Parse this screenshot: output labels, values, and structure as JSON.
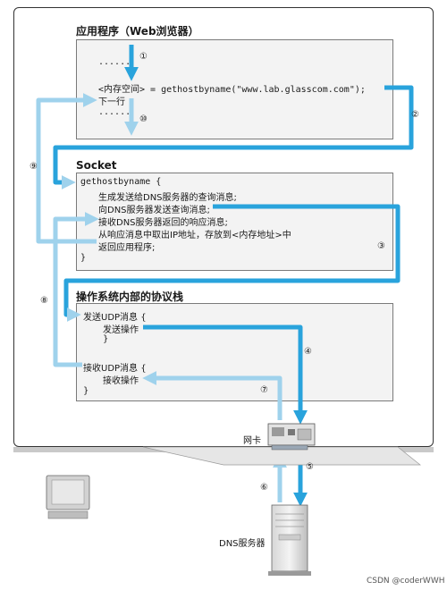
{
  "app_section": {
    "title": "应用程序（Web浏览器）",
    "lines": [
      "......",
      "<内存空间> = gethostbyname(\"www.lab.glasscom.com\");",
      "下一行",
      "......"
    ]
  },
  "socket_section": {
    "title": "Socket",
    "header": "gethostbyname  {",
    "lines": [
      "生成发送给DNS服务器的查询消息;",
      "向DNS服务器发送查询消息;",
      "接收DNS服务器返回的响应消息;",
      "从响应消息中取出IP地址，存放到<内存地址>中",
      "返回应用程序;"
    ],
    "close": "}"
  },
  "os_section": {
    "title": "操作系统内部的协议栈",
    "send_header": "发送UDP消息  {",
    "send_op": "发送操作",
    "send_close": "}",
    "recv_header": "接收UDP消息  {",
    "recv_op": "接收操作",
    "recv_close": "}"
  },
  "nic_label": "网卡",
  "server_label": "DNS服务器",
  "step_labels": [
    "①",
    "②",
    "③",
    "④",
    "⑤",
    "⑥",
    "⑦",
    "⑧",
    "⑨",
    "⑩"
  ],
  "watermark": "CSDN @coderWWH",
  "colors": {
    "arrow": "#29a3dc",
    "arrow_light": "#9fd2ec",
    "frame": "#333333",
    "box_bg": "#f3f3f3"
  }
}
